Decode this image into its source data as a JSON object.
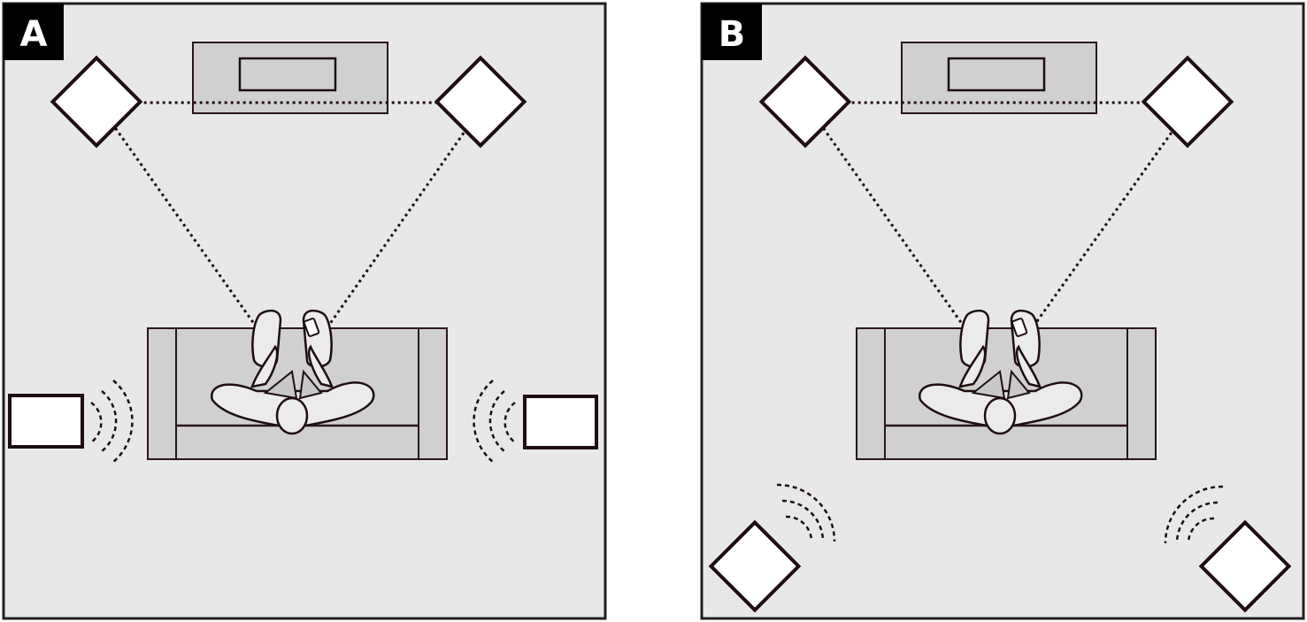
{
  "panels": [
    {
      "id": "A",
      "label": "A",
      "surround_layout": "side"
    },
    {
      "id": "B",
      "label": "B",
      "surround_layout": "rear"
    }
  ],
  "colors": {
    "room_fill": "#e8e8e8",
    "room_border": "#231f20",
    "furniture_fill": "#d0d0d0",
    "furniture_stroke": "#2a1518",
    "speaker_fill": "#ffffff",
    "speaker_stroke": "#1e0e10",
    "label_bg": "#000000",
    "label_text": "#ffffff",
    "line": "#1e0e10"
  },
  "icons": [
    "tv-icon",
    "front-speaker-icon",
    "surround-speaker-icon",
    "sound-wave-icon",
    "sofa-icon",
    "listener-icon",
    "remote-control-icon"
  ]
}
